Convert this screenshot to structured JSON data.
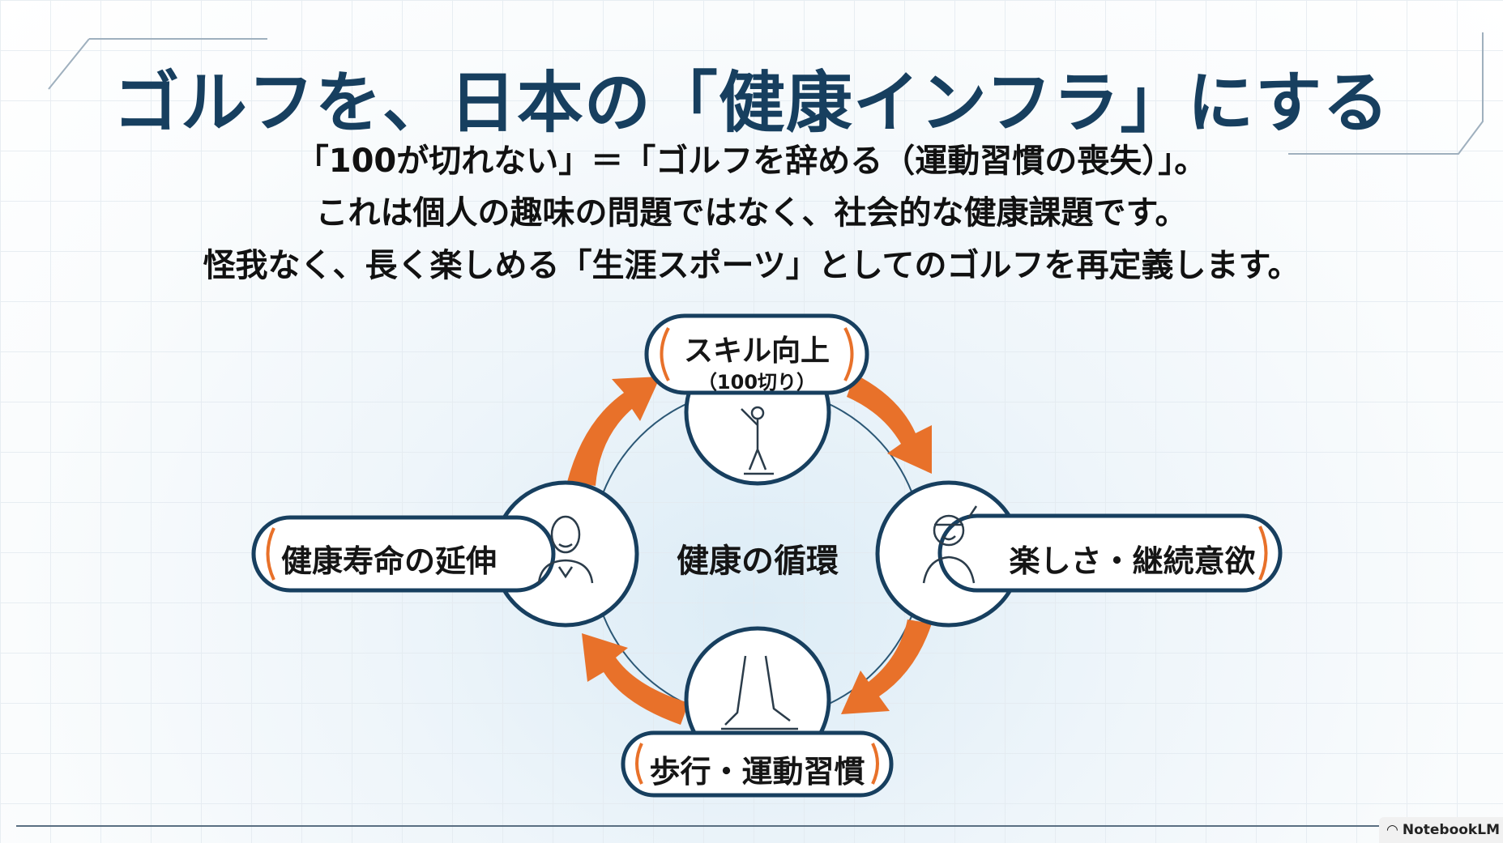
{
  "title": "ゴルフを、日本の「健康インフラ」にする",
  "subtitle_lines": [
    "「100が切れない」＝「ゴルフを辞める（運動習慣の喪失）」。",
    "これは個人の趣味の問題ではなく、社会的な健康課題です。",
    "怪我なく、長く楽しめる「生涯スポーツ」としてのゴルフを再定義します。"
  ],
  "cycle": {
    "center": "健康の循環",
    "nodes": {
      "top": {
        "label": "スキル向上",
        "sub": "（100切り）",
        "icon": "golfer-swing-icon"
      },
      "right": {
        "label": "楽しさ・継続意欲",
        "icon": "smiling-golfer-icon"
      },
      "bottom": {
        "label": "歩行・運動習慣",
        "icon": "walking-legs-icon"
      },
      "left": {
        "label": "健康寿命の延伸",
        "icon": "elderly-man-icon"
      }
    }
  },
  "colors": {
    "navy": "#173f5f",
    "orange": "#e8712a"
  },
  "brand": "NotebookLM"
}
